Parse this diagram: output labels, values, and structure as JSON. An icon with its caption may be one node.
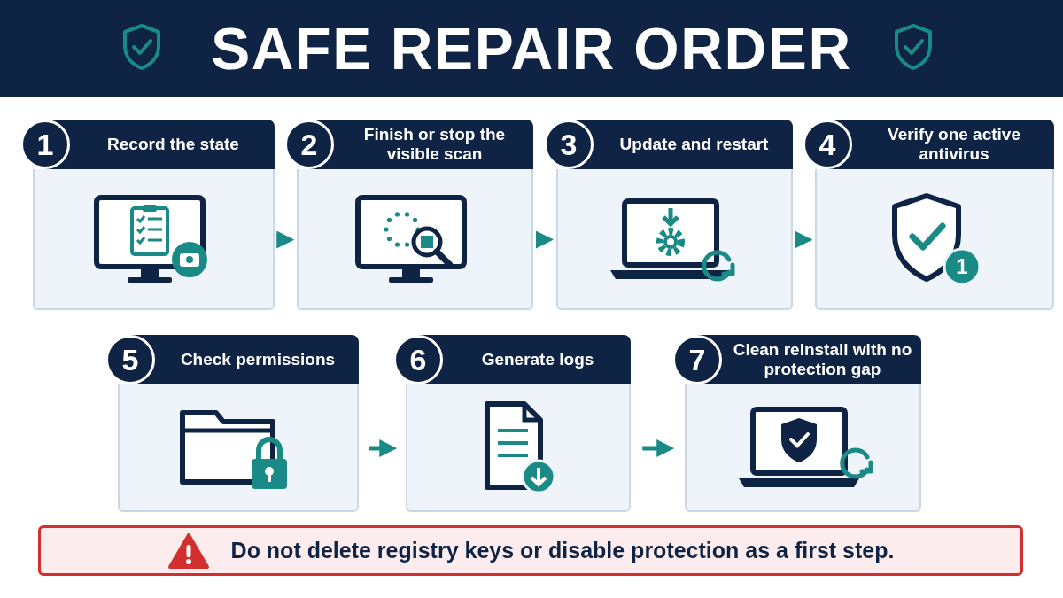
{
  "diagram": {
    "title": "SAFE REPAIR ORDER",
    "nodes": [
      {
        "text": [
          "1",
          "Record the state"
        ]
      },
      {
        "text": [
          "2",
          "Finish or stop the visible scan"
        ]
      },
      {
        "text": [
          "3",
          "Update and restart"
        ]
      },
      {
        "text": [
          "4",
          "Verify one active antivirus"
        ]
      },
      {
        "text": [
          "5",
          "Check permissions"
        ]
      },
      {
        "text": [
          "6",
          "Generate logs"
        ]
      },
      {
        "text": [
          "7",
          "Clean reinstall with no protection gap"
        ]
      },
      {
        "text": [
          "Do not delete registry keys or disable protection as a first step."
        ]
      }
    ],
    "edges": [
      {
        "from": 0,
        "to": 1,
        "arrow": "to"
      },
      {
        "from": 1,
        "to": 2,
        "arrow": "to"
      },
      {
        "from": 2,
        "to": 3,
        "arrow": "to"
      },
      {
        "from": 4,
        "to": 5,
        "arrow": "to"
      },
      {
        "from": 5,
        "to": 6,
        "arrow": "to"
      }
    ],
    "labels": [
      "1"
    ]
  }
}
